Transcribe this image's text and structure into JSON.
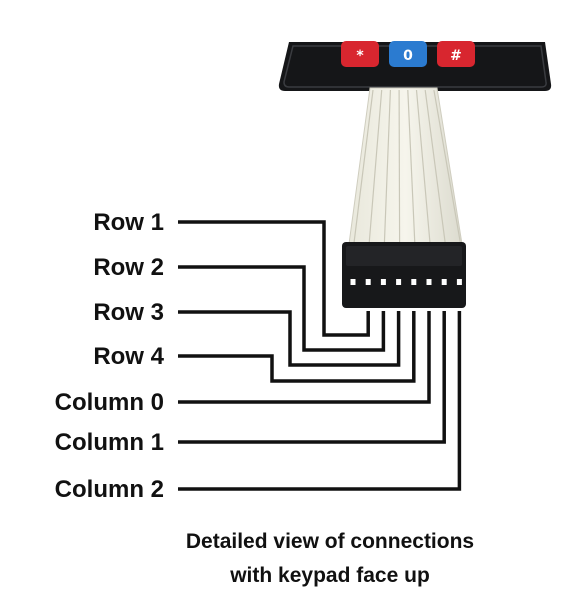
{
  "keypad": {
    "keys": [
      {
        "label": "*",
        "color": "#d8262f"
      },
      {
        "label": "0",
        "color": "#2b7bd0"
      },
      {
        "label": "#",
        "color": "#d8262f"
      }
    ],
    "body_color": "#151618"
  },
  "connections": [
    {
      "label": "Row 1",
      "pin": 1
    },
    {
      "label": "Row 2",
      "pin": 2
    },
    {
      "label": "Row 3",
      "pin": 3
    },
    {
      "label": "Row 4",
      "pin": 4
    },
    {
      "label": "Column 0",
      "pin": 5
    },
    {
      "label": "Column 1",
      "pin": 6
    },
    {
      "label": "Column 2",
      "pin": 7
    }
  ],
  "caption": {
    "line1": "Detailed view of connections",
    "line2": "with keypad face up"
  }
}
